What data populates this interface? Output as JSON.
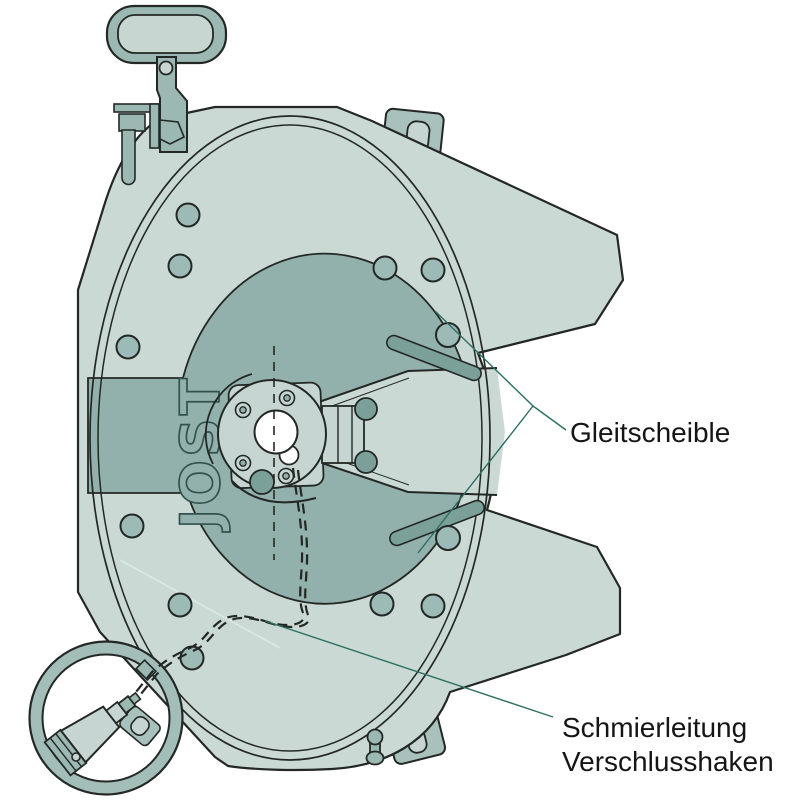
{
  "diagram": {
    "brand_marking": "JOST",
    "callouts": {
      "slide_plate": {
        "text": "Gleitscheible"
      },
      "grease_line": {
        "text": "Schmierleitung"
      },
      "lock_hook": {
        "text": "Verschlusshaken"
      }
    },
    "palette": {
      "background": "#ffffff",
      "outline": "#232825",
      "plate_light": "#cbd9d5",
      "plate_mid": "#c6d5d1",
      "dark_recess": "#93b1ac",
      "fitting_mid": "#9cb8b3",
      "tab_fill": "#a9c1bc",
      "slot_dark": "#7ba09a",
      "hole_fill": "#9cbab6",
      "magnifier_ring": "#a3bdb8",
      "leader_line": "#2e6f63",
      "label_text": "#151515"
    }
  }
}
